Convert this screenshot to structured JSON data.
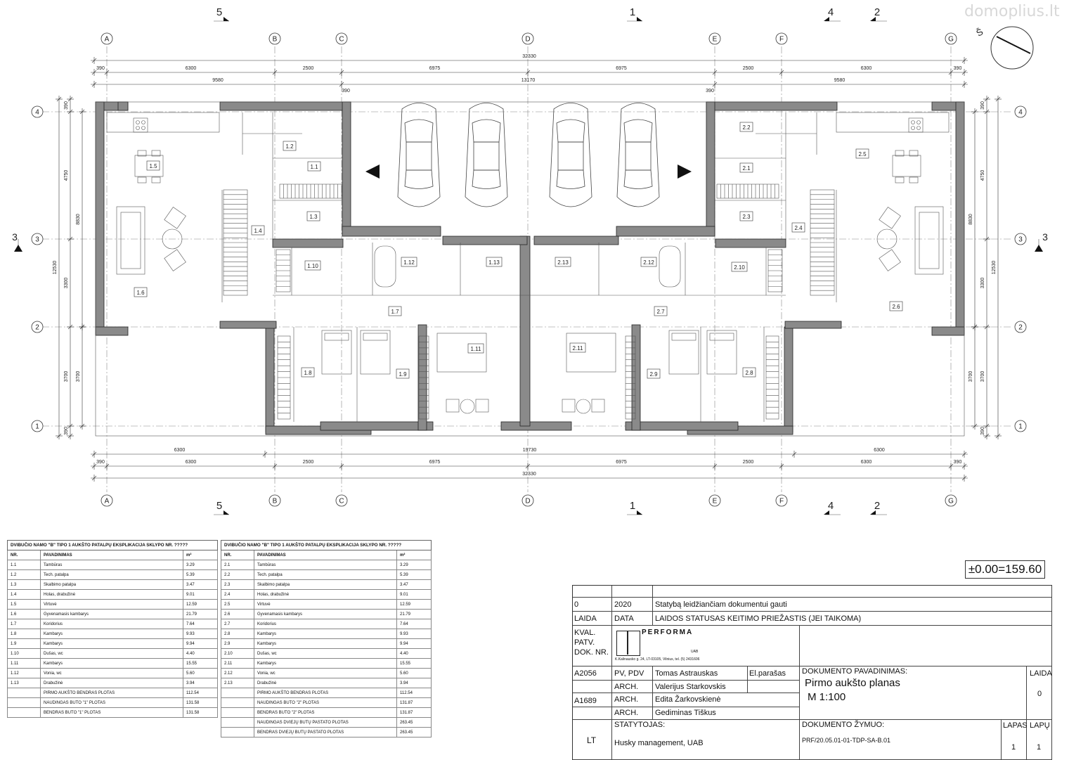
{
  "watermark": "domoplius.lt",
  "north_label": "Š",
  "grid_columns": [
    "A",
    "B",
    "C",
    "D",
    "E",
    "F",
    "G"
  ],
  "grid_rows": [
    "4",
    "3",
    "2",
    "1"
  ],
  "dims": {
    "total": "32330",
    "top_row": [
      "390",
      "6300",
      "2500",
      "6975",
      "6975",
      "2500",
      "6300",
      "390"
    ],
    "second_row": [
      "9580",
      "13170",
      "9580"
    ],
    "small_390": "390",
    "bottom_row1": [
      "6300",
      "19730",
      "6300"
    ],
    "bottom_row2": [
      "390",
      "6300",
      "2500",
      "6975",
      "6975",
      "2500",
      "6300",
      "390"
    ],
    "left_outer": "12530",
    "left_parts": [
      "390",
      "4750",
      "3300",
      "3700",
      "390"
    ],
    "left_mid": "8830",
    "left_low": "3700",
    "right_outer": "12530",
    "right_parts": [
      "390",
      "4750",
      "3300",
      "3700",
      "390"
    ],
    "right_mid": "8830",
    "right_low": "3700"
  },
  "section_marks": {
    "top": [
      "5",
      "1",
      "4",
      "2"
    ],
    "left": "3",
    "right": "3",
    "bottom": [
      "5",
      "1",
      "4",
      "2"
    ]
  },
  "rooms": [
    "1.1",
    "1.2",
    "1.3",
    "1.4",
    "1.5",
    "1.6",
    "1.7",
    "1.8",
    "1.9",
    "1.10",
    "1.11",
    "1.12",
    "1.13",
    "2.1",
    "2.2",
    "2.3",
    "2.4",
    "2.5",
    "2.6",
    "2.7",
    "2.8",
    "2.9",
    "2.10",
    "2.11",
    "2.12",
    "2.13"
  ],
  "table1": {
    "title": "DVIBUČIO NAMO \"B\" TIPO 1 AUKŠTO PATALPŲ EKSPLIKACIJA SKLYPO NR. ?????",
    "col_nr": "NR.",
    "col_name": "PAVADINIMAS",
    "col_area": "m²",
    "rows": [
      [
        "1.1",
        "Tambūras",
        "3.29"
      ],
      [
        "1.2",
        "Tech. patalpa",
        "5.39"
      ],
      [
        "1.3",
        "Skalbimo patalpa",
        "3.47"
      ],
      [
        "1.4",
        "Holas, drabužinė",
        "9.01"
      ],
      [
        "1.5",
        "Virtuvė",
        "12.59"
      ],
      [
        "1.6",
        "Gyvenamasis kambarys",
        "21.79"
      ],
      [
        "1.7",
        "Koridorius",
        "7.64"
      ],
      [
        "1.8",
        "Kambarys",
        "9.93"
      ],
      [
        "1.9",
        "Kambarys",
        "9.94"
      ],
      [
        "1.10",
        "Dušas, wc",
        "4.40"
      ],
      [
        "1.11",
        "Kambarys",
        "15.55"
      ],
      [
        "1.12",
        "Vonia, wc",
        "5.60"
      ],
      [
        "1.13",
        "Drabužinė",
        "3.94"
      ]
    ],
    "totals": [
      [
        "",
        "PIRMO AUKŠTO BENDRAS PLOTAS",
        "112.54"
      ],
      [
        "",
        "NAUDINGAS BUTO \"1\" PLOTAS",
        "131.58"
      ],
      [
        "",
        "BENDRAS BUTO \"1\" PLOTAS",
        "131.58"
      ]
    ]
  },
  "table2": {
    "title": "DVIBUČIO NAMO \"B\" TIPO 1 AUKŠTO PATALPŲ EKSPLIKACIJA SKLYPO NR. ?????",
    "col_nr": "NR.",
    "col_name": "PAVADINIMAS",
    "col_area": "m²",
    "rows": [
      [
        "2.1",
        "Tambūras",
        "3.29"
      ],
      [
        "2.2",
        "Tech. patalpa",
        "5.39"
      ],
      [
        "2.3",
        "Skalbimo patalpa",
        "3.47"
      ],
      [
        "2.4",
        "Holas, drabužinė",
        "9.01"
      ],
      [
        "2.5",
        "Virtuvė",
        "12.59"
      ],
      [
        "2.6",
        "Gyvenamasis kambarys",
        "21.79"
      ],
      [
        "2.7",
        "Koridorius",
        "7.64"
      ],
      [
        "2.8",
        "Kambarys",
        "9.93"
      ],
      [
        "2.9",
        "Kambarys",
        "9.94"
      ],
      [
        "2.10",
        "Dušas, wc",
        "4.40"
      ],
      [
        "2.11",
        "Kambarys",
        "15.55"
      ],
      [
        "2.12",
        "Vonia, wc",
        "5.60"
      ],
      [
        "2.13",
        "Drabužinė",
        "3.94"
      ]
    ],
    "totals": [
      [
        "",
        "PIRMO AUKŠTO BENDRAS PLOTAS",
        "112.54"
      ],
      [
        "",
        "NAUDINGAS BUTO \"2\" PLOTAS",
        "131.87"
      ],
      [
        "",
        "BENDRAS BUTO \"2\" PLOTAS",
        "131.87"
      ],
      [
        "",
        "NAUDINGAS DVIEJŲ BUTŲ PASTATO PLOTAS",
        "263.45"
      ],
      [
        "",
        "BENDRAS DVIEJŲ BUTŲ PASTATO PLOTAS",
        "263.45"
      ]
    ]
  },
  "elevation": "±0.00=159.60",
  "title_block": {
    "rev_no": "0",
    "rev_year": "2020",
    "rev_desc": "Statybą leidžiančiam dokumentui gauti",
    "laida": "LAIDA",
    "data": "DATA",
    "reason": "LAIDOS STATUSAS KEITIMO PRIEŽASTIS (JEI TAIKOMA)",
    "kval1": "KVAL.",
    "kval2": "PATV.",
    "kval3": "DOK. NR.",
    "company": "PERFORMA",
    "company_suffix": "UAB",
    "company_addr": "K.Kalinausko g. 24, LT-03105, Vilnius, tel. (5) 2431606",
    "code1": "A2056",
    "role1": "PV, PDV",
    "name1": "Tomas Astrauskas",
    "esign": "El.parašas",
    "role2": "ARCH.",
    "name2": "Valerijus Starkovskis",
    "code3": "A1689",
    "role3": "ARCH.",
    "name3": "Edita Žarkovskienė",
    "role4": "ARCH.",
    "name4": "Gediminas Tiškus",
    "lang": "LT",
    "builder_label": "STATYTOJAS:",
    "builder": "Husky management, UAB",
    "doc_name_label": "DOKUMENTO PAVADINIMAS:",
    "doc_name": "Pirmo aukšto planas",
    "scale": "M 1:100",
    "laida_label": "LAIDA",
    "laida_val": "0",
    "doc_code_label": "DOKUMENTO ŽYMUO:",
    "doc_code": "PRF/20.05.01-01-TDP-SA-B.01",
    "lapas_label": "LAPAS",
    "lapu_label": "LAPŲ",
    "lapas_val": "1",
    "lapu_val": "1"
  }
}
